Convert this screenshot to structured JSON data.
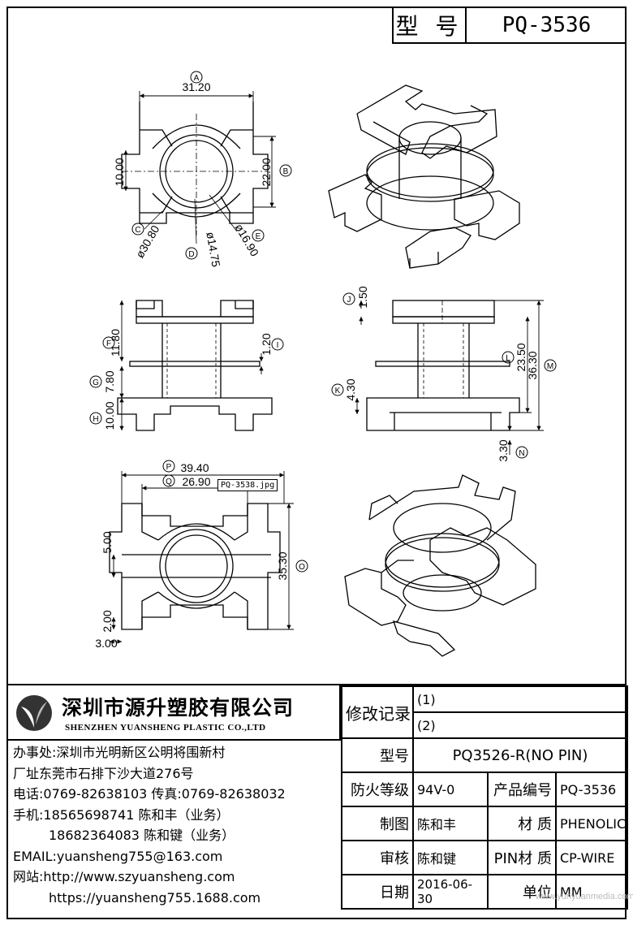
{
  "header": {
    "model_label": "型 号",
    "model_value": "PQ-3536"
  },
  "drawing": {
    "top_view": {
      "circle_a": "A",
      "dim_a": "31.20",
      "circle_b": "B",
      "dim_b": "22.00",
      "dim_10": "10.00",
      "circle_c": "C",
      "dim_c": "ø30.80",
      "circle_d": "D",
      "dim_d": "ø14.75",
      "circle_e": "E",
      "dim_e": "ø16.90"
    },
    "front_view": {
      "circle_f": "F",
      "dim_f": "11.80",
      "circle_g": "G",
      "dim_g": "7.80",
      "circle_h": "H",
      "dim_h": "10.00",
      "circle_i": "I",
      "dim_i": "1.20"
    },
    "side_view": {
      "circle_j": "J",
      "dim_j": "1.50",
      "circle_k": "K",
      "dim_k": "4.30",
      "circle_l": "L",
      "dim_l": "23.50",
      "circle_m": "M",
      "dim_m": "36.30",
      "circle_n": "N",
      "dim_n": "3.30"
    },
    "bottom_view": {
      "circle_p": "P",
      "dim_p": "39.40",
      "circle_q": "Q",
      "dim_q": "26.90",
      "circle_o": "O",
      "dim_o": "35.30",
      "dim_5": "5.00",
      "dim_2": "2.00",
      "dim_3": "3.00",
      "file_tag": "PQ-3538.jpg"
    }
  },
  "company": {
    "name_cn": "深圳市源升塑胶有限公司",
    "name_en": "SHENZHEN YUANSHENG PLASTIC CO.,LTD",
    "contact_lines": [
      "办事处:深圳市光明新区公明将围新村",
      "厂址东莞市石排下沙大道276号",
      "电话:0769-82638103 传真:0769-82638032",
      "手机:18565698741 陈和丰（业务）",
      "18682364083 陈和键（业务）",
      "EMAIL:yuansheng755@163.com",
      "网站:http://www.szyuansheng.com",
      "https://yuansheng755.1688.com"
    ]
  },
  "titleblock": {
    "revision_label": "修改记录",
    "rev1": "(1)",
    "rev2": "(2)",
    "model_label": "型号",
    "model_value": "PQ3526-R(NO PIN)",
    "fire_label": "防火等级",
    "fire_value": "94V-0",
    "product_no_label": "产品编号",
    "product_no_value": "PQ-3536",
    "drawn_label": "制图",
    "drawn_value": "陈和丰",
    "material_label": "材 质",
    "material_value": "PHENOLIC",
    "review_label": "审核",
    "review_value": "陈和键",
    "pin_material_label": "PIN材 质",
    "pin_material_value": "CP-WIRE",
    "date_label": "日期",
    "date_value": "2016-06-30",
    "unit_label": "单位",
    "unit_value": "MM"
  },
  "watermark": "www.yunyuanmedia.com"
}
